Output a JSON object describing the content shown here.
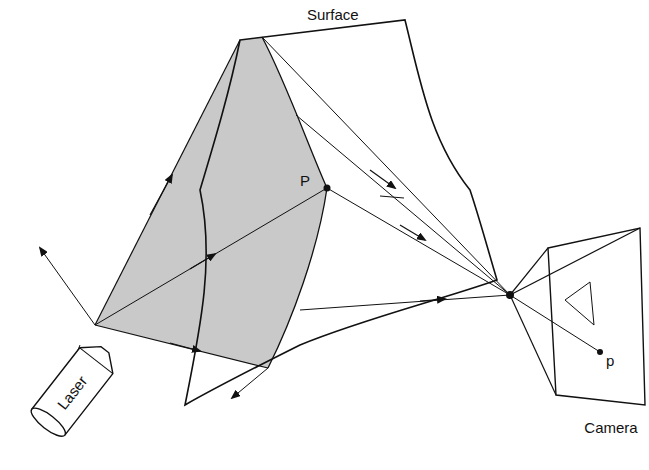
{
  "diagram": {
    "nodes": [
      {
        "text": [
          "Laser"
        ]
      },
      {
        "text": [
          "Camera"
        ]
      }
    ],
    "labels": [
      "Surface",
      "P",
      "p"
    ]
  }
}
